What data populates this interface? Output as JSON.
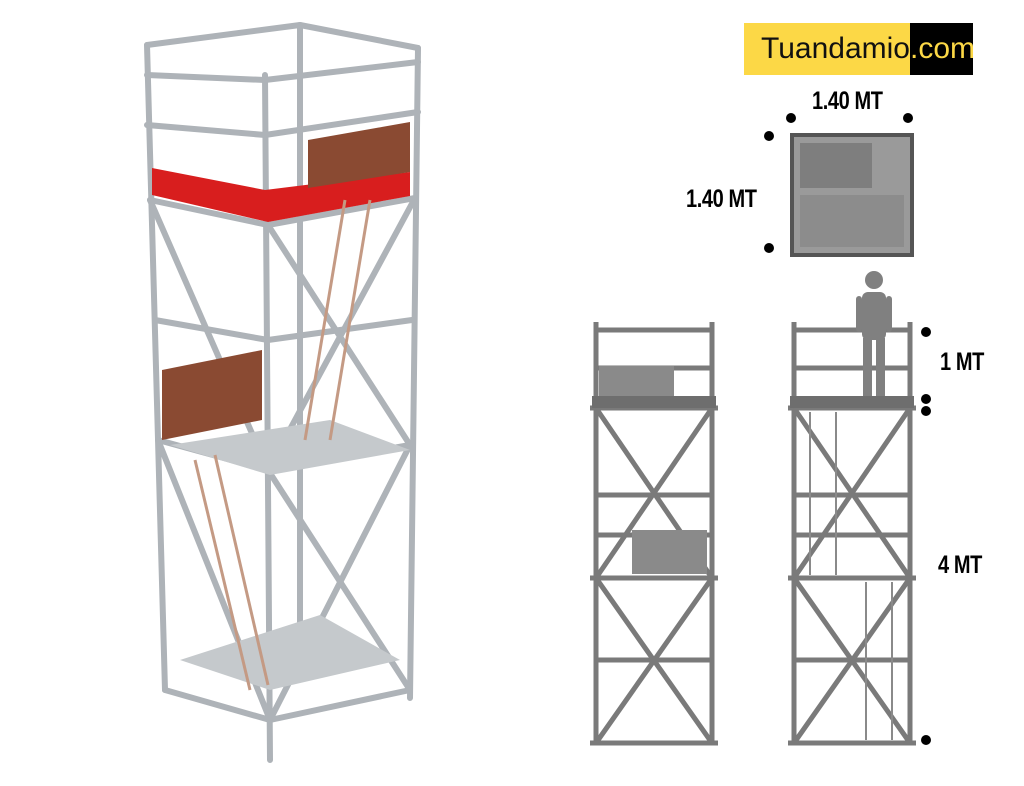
{
  "logo": {
    "name": "Tuandamio",
    "suffix": ".com"
  },
  "dimensions": {
    "top_width": "1.40 MT",
    "top_depth": "1.40 MT",
    "railing_height": "1 MT",
    "tower_height": "4 MT"
  },
  "colors": {
    "logo_yellow": "#fcd846",
    "platform_red": "#d81e1e",
    "steel": "#b8bcc0",
    "board_brown": "#8a4a32",
    "drawing_grey": "#808080"
  }
}
